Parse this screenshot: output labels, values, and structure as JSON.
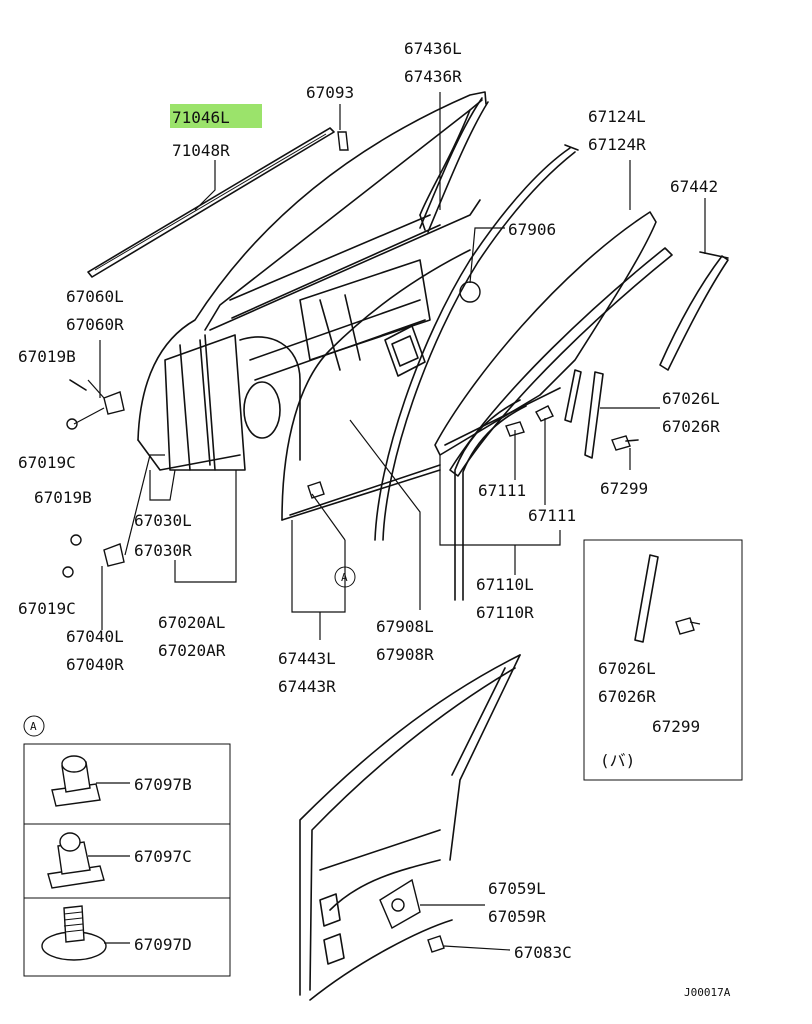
{
  "highlight_color": "#9be36b",
  "labels": {
    "l71046L": "71046L",
    "l71048R": "71048R",
    "l67093": "67093",
    "l67436L": "67436L",
    "l67436R": "67436R",
    "l67124L": "67124L",
    "l67124R": "67124R",
    "l67442": "67442",
    "l67906": "67906",
    "l67060L": "67060L",
    "l67060R": "67060R",
    "l67019B_a": "67019B",
    "l67019C_a": "67019C",
    "l67019B_b": "67019B",
    "l67019C_b": "67019C",
    "l67030L": "67030L",
    "l67030R": "67030R",
    "l67040L": "67040L",
    "l67040R": "67040R",
    "l67020AL": "67020AL",
    "l67020AR": "67020AR",
    "l67443L": "67443L",
    "l67443R": "67443R",
    "l67908L": "67908L",
    "l67908R": "67908R",
    "l67111_a": "67111",
    "l67111_b": "67111",
    "l67110L": "67110L",
    "l67110R": "67110R",
    "l67026L_a": "67026L",
    "l67026R_a": "67026R",
    "l67299_a": "67299",
    "l67026L_b": "67026L",
    "l67026R_b": "67026R",
    "l67299_b": "67299",
    "inset_note": "(バ)",
    "callout_A_main": "A",
    "callout_A_legend": "A",
    "l67097B": "67097B",
    "l67097C": "67097C",
    "l67097D": "67097D",
    "l67059L": "67059L",
    "l67059R": "67059R",
    "l67083C": "67083C",
    "diagram_id": "J00017A"
  }
}
